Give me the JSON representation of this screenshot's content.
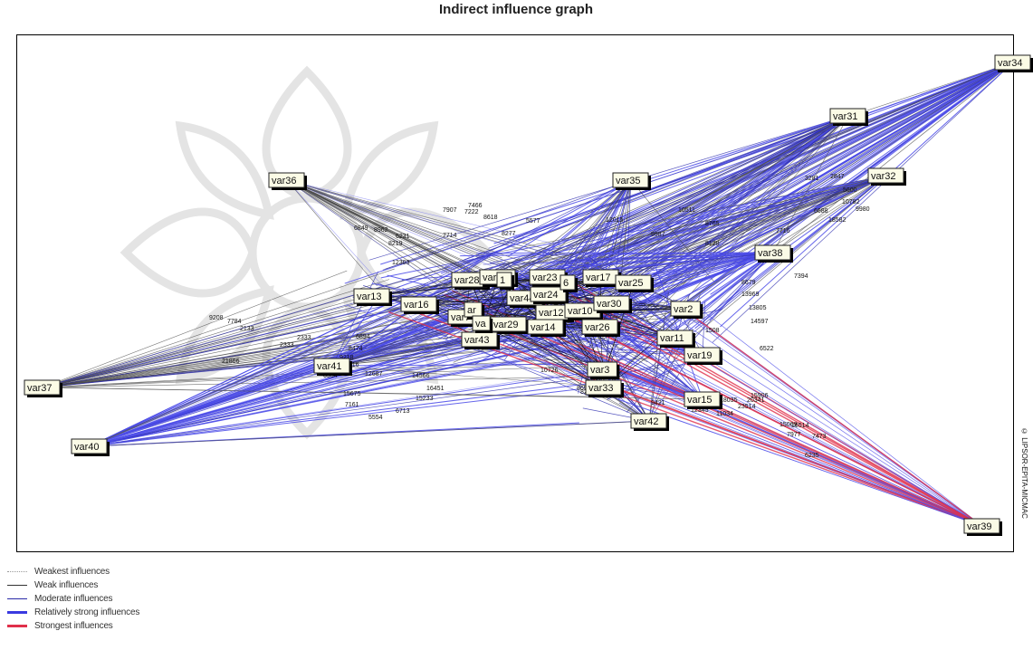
{
  "title": "Indirect influence graph",
  "copyright": "© LIPSOR-EPITA-MICMAC",
  "legend": [
    {
      "label": "Weakest influences",
      "style": "dotted",
      "color": "#9a9a9a"
    },
    {
      "label": "Weak influences",
      "style": "solid",
      "color": "#333333"
    },
    {
      "label": "Moderate influences",
      "style": "solid",
      "color": "#2a2aa8"
    },
    {
      "label": "Relatively strong influences",
      "style": "thick",
      "color": "#3a3ae0"
    },
    {
      "label": "Strongest influences",
      "style": "thick",
      "color": "#e0304a"
    }
  ],
  "nodes": [
    "var34",
    "var31",
    "var32",
    "var36",
    "var35",
    "var38",
    "var13",
    "var16",
    "var28",
    "var27",
    "var23",
    "var17",
    "var25",
    "var44",
    "var24",
    "var12",
    "var10",
    "var30",
    "var2",
    "var7",
    "var29",
    "var14",
    "var26",
    "var11",
    "var19",
    "var43",
    "var41",
    "var37",
    "var3",
    "var33",
    "var15",
    "var42",
    "var40",
    "var39",
    "var1",
    "var6",
    "var5",
    "var8"
  ],
  "number_labels": [
    "9208",
    "7784",
    "21866",
    "15675",
    "7161",
    "5554",
    "6713",
    "15233",
    "16451",
    "14566",
    "12687",
    "9218",
    "8474",
    "6894",
    "10726",
    "8694",
    "6849",
    "8962",
    "7466",
    "7222",
    "7907",
    "5577",
    "8277",
    "8618",
    "7714",
    "3281",
    "2847",
    "5600",
    "10782",
    "9980",
    "18582",
    "7394",
    "8679",
    "13969",
    "13805",
    "14597",
    "6522",
    "15069",
    "16514",
    "7977",
    "7473",
    "6235",
    "18035",
    "23514",
    "20341",
    "15906",
    "1508",
    "5306",
    "8311",
    "8249",
    "8219",
    "6231",
    "12303",
    "2333",
    "2333",
    "2133",
    "9216",
    "6554",
    "12345",
    "11034",
    "9421",
    "8128",
    "7716",
    "6688",
    "10511",
    "12015",
    "9987",
    "8765"
  ]
}
